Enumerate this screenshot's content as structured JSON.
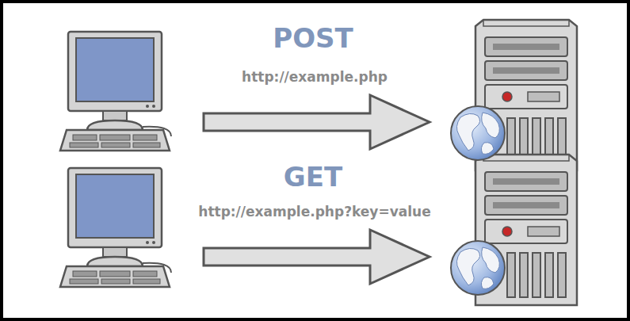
{
  "diagram": {
    "labels": [
      "POST",
      "http://example.php",
      "GET",
      "http://example.php?key=value"
    ]
  }
}
